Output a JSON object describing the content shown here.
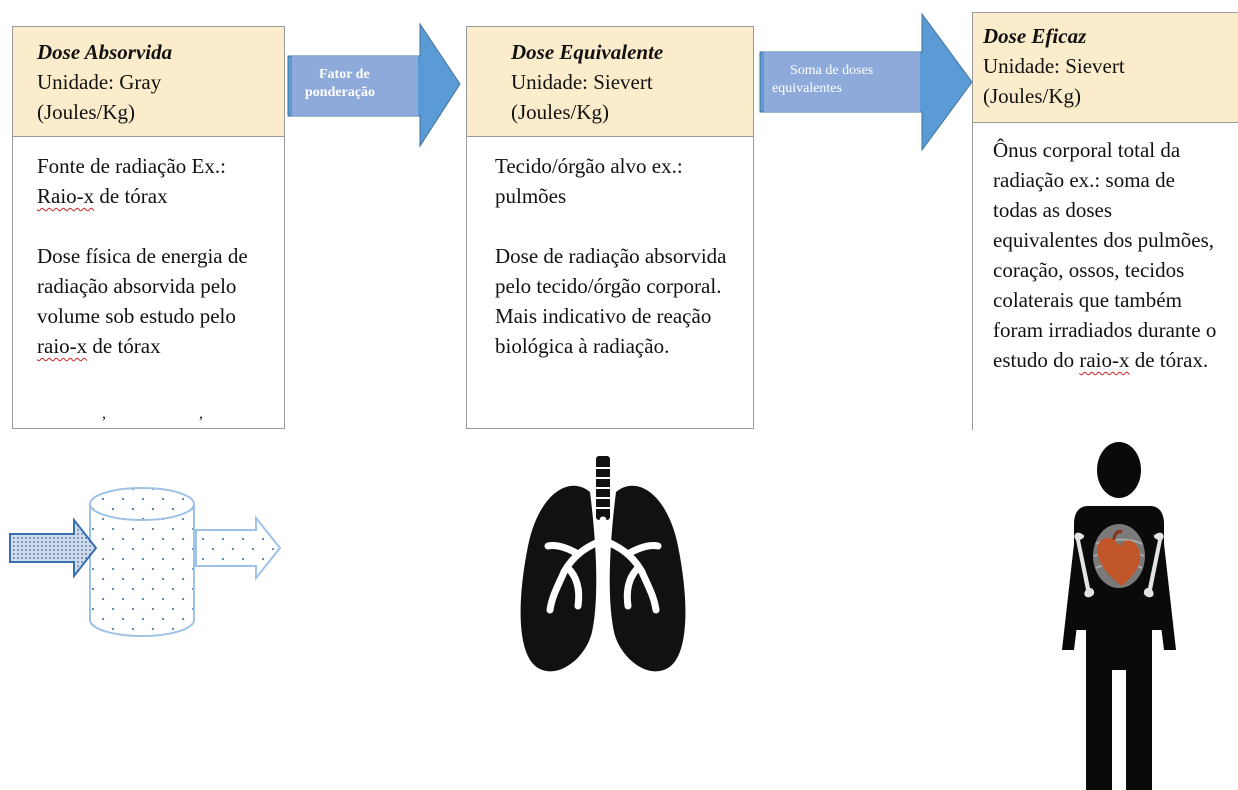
{
  "colors": {
    "header_bg": "#fbeccc",
    "arrow_fill": "#5b9bd5",
    "arrow_label_fill": "#8eaadb",
    "heart": "#c0562a"
  },
  "boxes": [
    {
      "title": "Dose Absorvida",
      "unit": "Unidade: Gray",
      "unit_detail": "(Joules/Kg)",
      "para1_a": "Fonte de radiação Ex.:",
      "para1_b_underlined": "Raio-x",
      "para1_b_rest": " de tórax",
      "para2_a": "Dose física de energia de radiação absorvida pelo volume sob estudo pelo ",
      "para2_underlined": "raio-x",
      "para2_b": " de tórax"
    },
    {
      "title": "Dose Equivalente",
      "unit": "Unidade: Sievert",
      "unit_detail": "(Joules/Kg)",
      "para1": "Tecido/órgão alvo ex.: pulmões",
      "para2": "Dose de radiação absorvida pelo tecido/órgão corporal. Mais indicativo de reação biológica à radiação."
    },
    {
      "title": "Dose Eficaz",
      "unit": "Unidade: Sievert",
      "unit_detail": "(Joules/Kg)",
      "para1_a": "Ônus corporal total da radiação ex.: soma de todas as doses equivalentes dos pulmões, coração, ossos, tecidos colaterais que também foram irradiados durante o estudo do ",
      "para1_underlined": "raio-x",
      "para1_b": " de tórax."
    }
  ],
  "arrows": [
    {
      "label_line1": "Fator de",
      "label_line2": "ponderação"
    },
    {
      "label_line1": "Soma de doses",
      "label_line2": "equivalentes"
    }
  ],
  "icons": {
    "absorption": "absorption-cylinder-icon",
    "lungs": "lungs-icon",
    "body": "human-body-icon"
  }
}
